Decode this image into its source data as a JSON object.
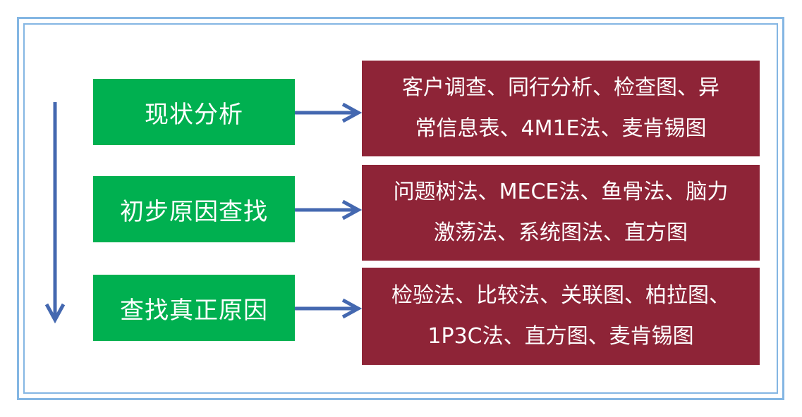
{
  "colors": {
    "frame": "#84b6e3",
    "step_fill": "#00b050",
    "method_fill": "#8e2437",
    "arrow": "#4468b0",
    "text": "#ffffff"
  },
  "steps": [
    {
      "label": "现状分析",
      "methods": [
        "客户调查、同行分析、检查图、异",
        "常信息表、4M1E法、麦肯锡图"
      ]
    },
    {
      "label": "初步原因查找",
      "methods": [
        "问题树法、MECE法、鱼骨法、脑力",
        "激荡法、系统图法、直方图"
      ]
    },
    {
      "label": "查找真正原因",
      "methods": [
        "检验法、比较法、关联图、柏拉图、",
        "1P3C法、直方图、麦肯锡图"
      ]
    }
  ]
}
